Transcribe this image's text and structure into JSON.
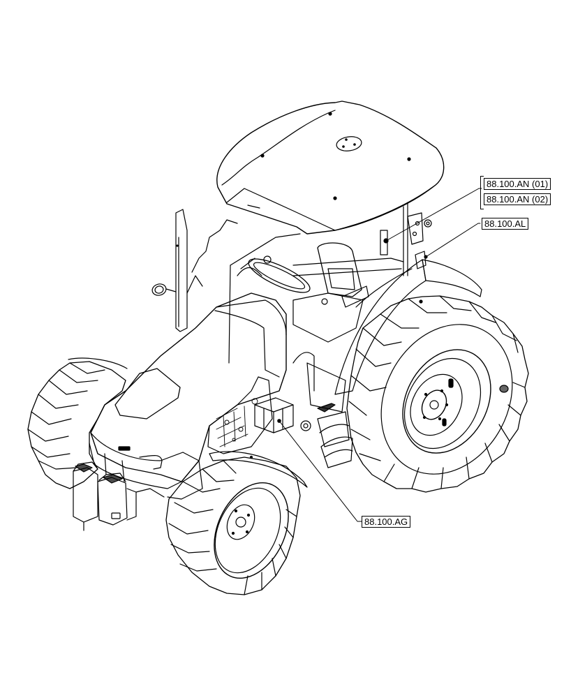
{
  "diagram": {
    "subject": "Tractor isometric line drawing (decals / labels location view)",
    "background_color": "#ffffff",
    "line_color": "#000000"
  },
  "callouts": [
    {
      "id": "an01",
      "label": "88.100.AN (01)",
      "group": "AN"
    },
    {
      "id": "an02",
      "label": "88.100.AN (02)",
      "group": "AN"
    },
    {
      "id": "al",
      "label": "88.100.AL"
    },
    {
      "id": "ag",
      "label": "88.100.AG"
    }
  ],
  "parts": {
    "roof": "cab-roof",
    "hood": "engine-hood",
    "exhaust": "exhaust-stack",
    "mirror": "side-mirror",
    "seat": "operator-seat",
    "steering": "steering-wheel",
    "rear_wheel": "rear-right-wheel",
    "front_wheel_right": "front-right-wheel",
    "front_wheel_left": "front-left-wheel",
    "front_weights": "front-ballast-weights",
    "battery": "battery-box",
    "steps": "cab-steps",
    "fender": "rear-fender"
  }
}
